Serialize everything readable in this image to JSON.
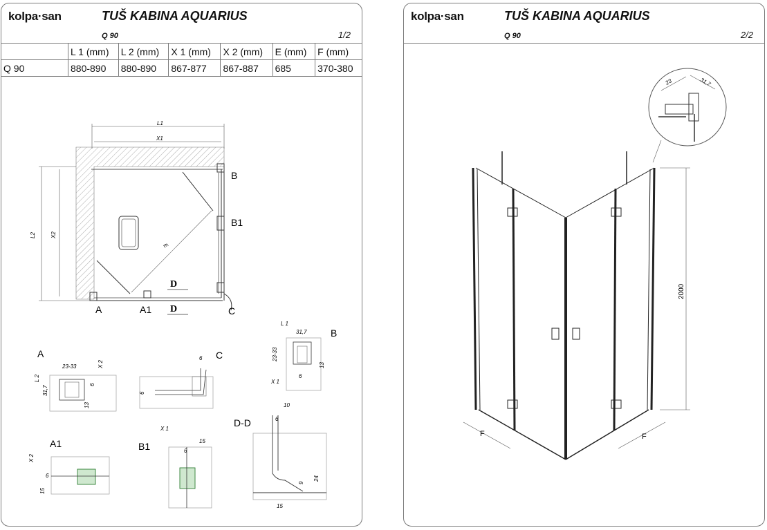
{
  "sheet1": {
    "logo": "kolpa·san",
    "title": "TUŠ KABINA AQUARIUS",
    "model": "Q 90",
    "page": "1/2",
    "table": {
      "headers": [
        "",
        "L 1 (mm)",
        "L 2 (mm)",
        "X 1 (mm)",
        "X 2 (mm)",
        "E  (mm)",
        "F  (mm)"
      ],
      "rows": [
        [
          "Q 90",
          "880-890",
          "880-890",
          "867-877",
          "867-887",
          "685",
          "370-380"
        ]
      ]
    },
    "plan": {
      "dim_l1": "L1",
      "dim_x1": "X1",
      "dim_l2": "L2",
      "dim_x2": "X2",
      "dim_e": "E",
      "label_a": "A",
      "label_a1": "A1",
      "label_b": "B",
      "label_b1": "B1",
      "label_c": "C",
      "label_d_top": "D",
      "label_d_bottom": "D"
    },
    "details": {
      "a": {
        "title": "A",
        "d1": "23-33",
        "d2": "X 2",
        "d3": "L 2",
        "d4": "31,7",
        "d5": "6",
        "d6": "13"
      },
      "c": {
        "title": "C",
        "d1": "6",
        "d2": "6"
      },
      "b": {
        "title": "B",
        "d1": "L 1",
        "d2": "31,7",
        "d3": "23-33",
        "d4": "13",
        "d5": "6",
        "d6": "X 1"
      },
      "a1": {
        "title": "A1",
        "d1": "X 2",
        "d2": "6",
        "d3": "15"
      },
      "b1": {
        "title": "B1",
        "d1": "X 1",
        "d2": "15",
        "d3": "6"
      },
      "dd": {
        "title": "D-D",
        "d1": "10",
        "d2": "6",
        "d3": "9",
        "d4": "24",
        "d5": "15"
      }
    }
  },
  "sheet2": {
    "logo": "kolpa·san",
    "title": "TUŠ KABINA AQUARIUS",
    "model": "Q 90",
    "page": "2/2",
    "height_dim": "2000",
    "f_left": "F",
    "f_right": "F",
    "detail_23": "23",
    "detail_317": "31,7"
  }
}
